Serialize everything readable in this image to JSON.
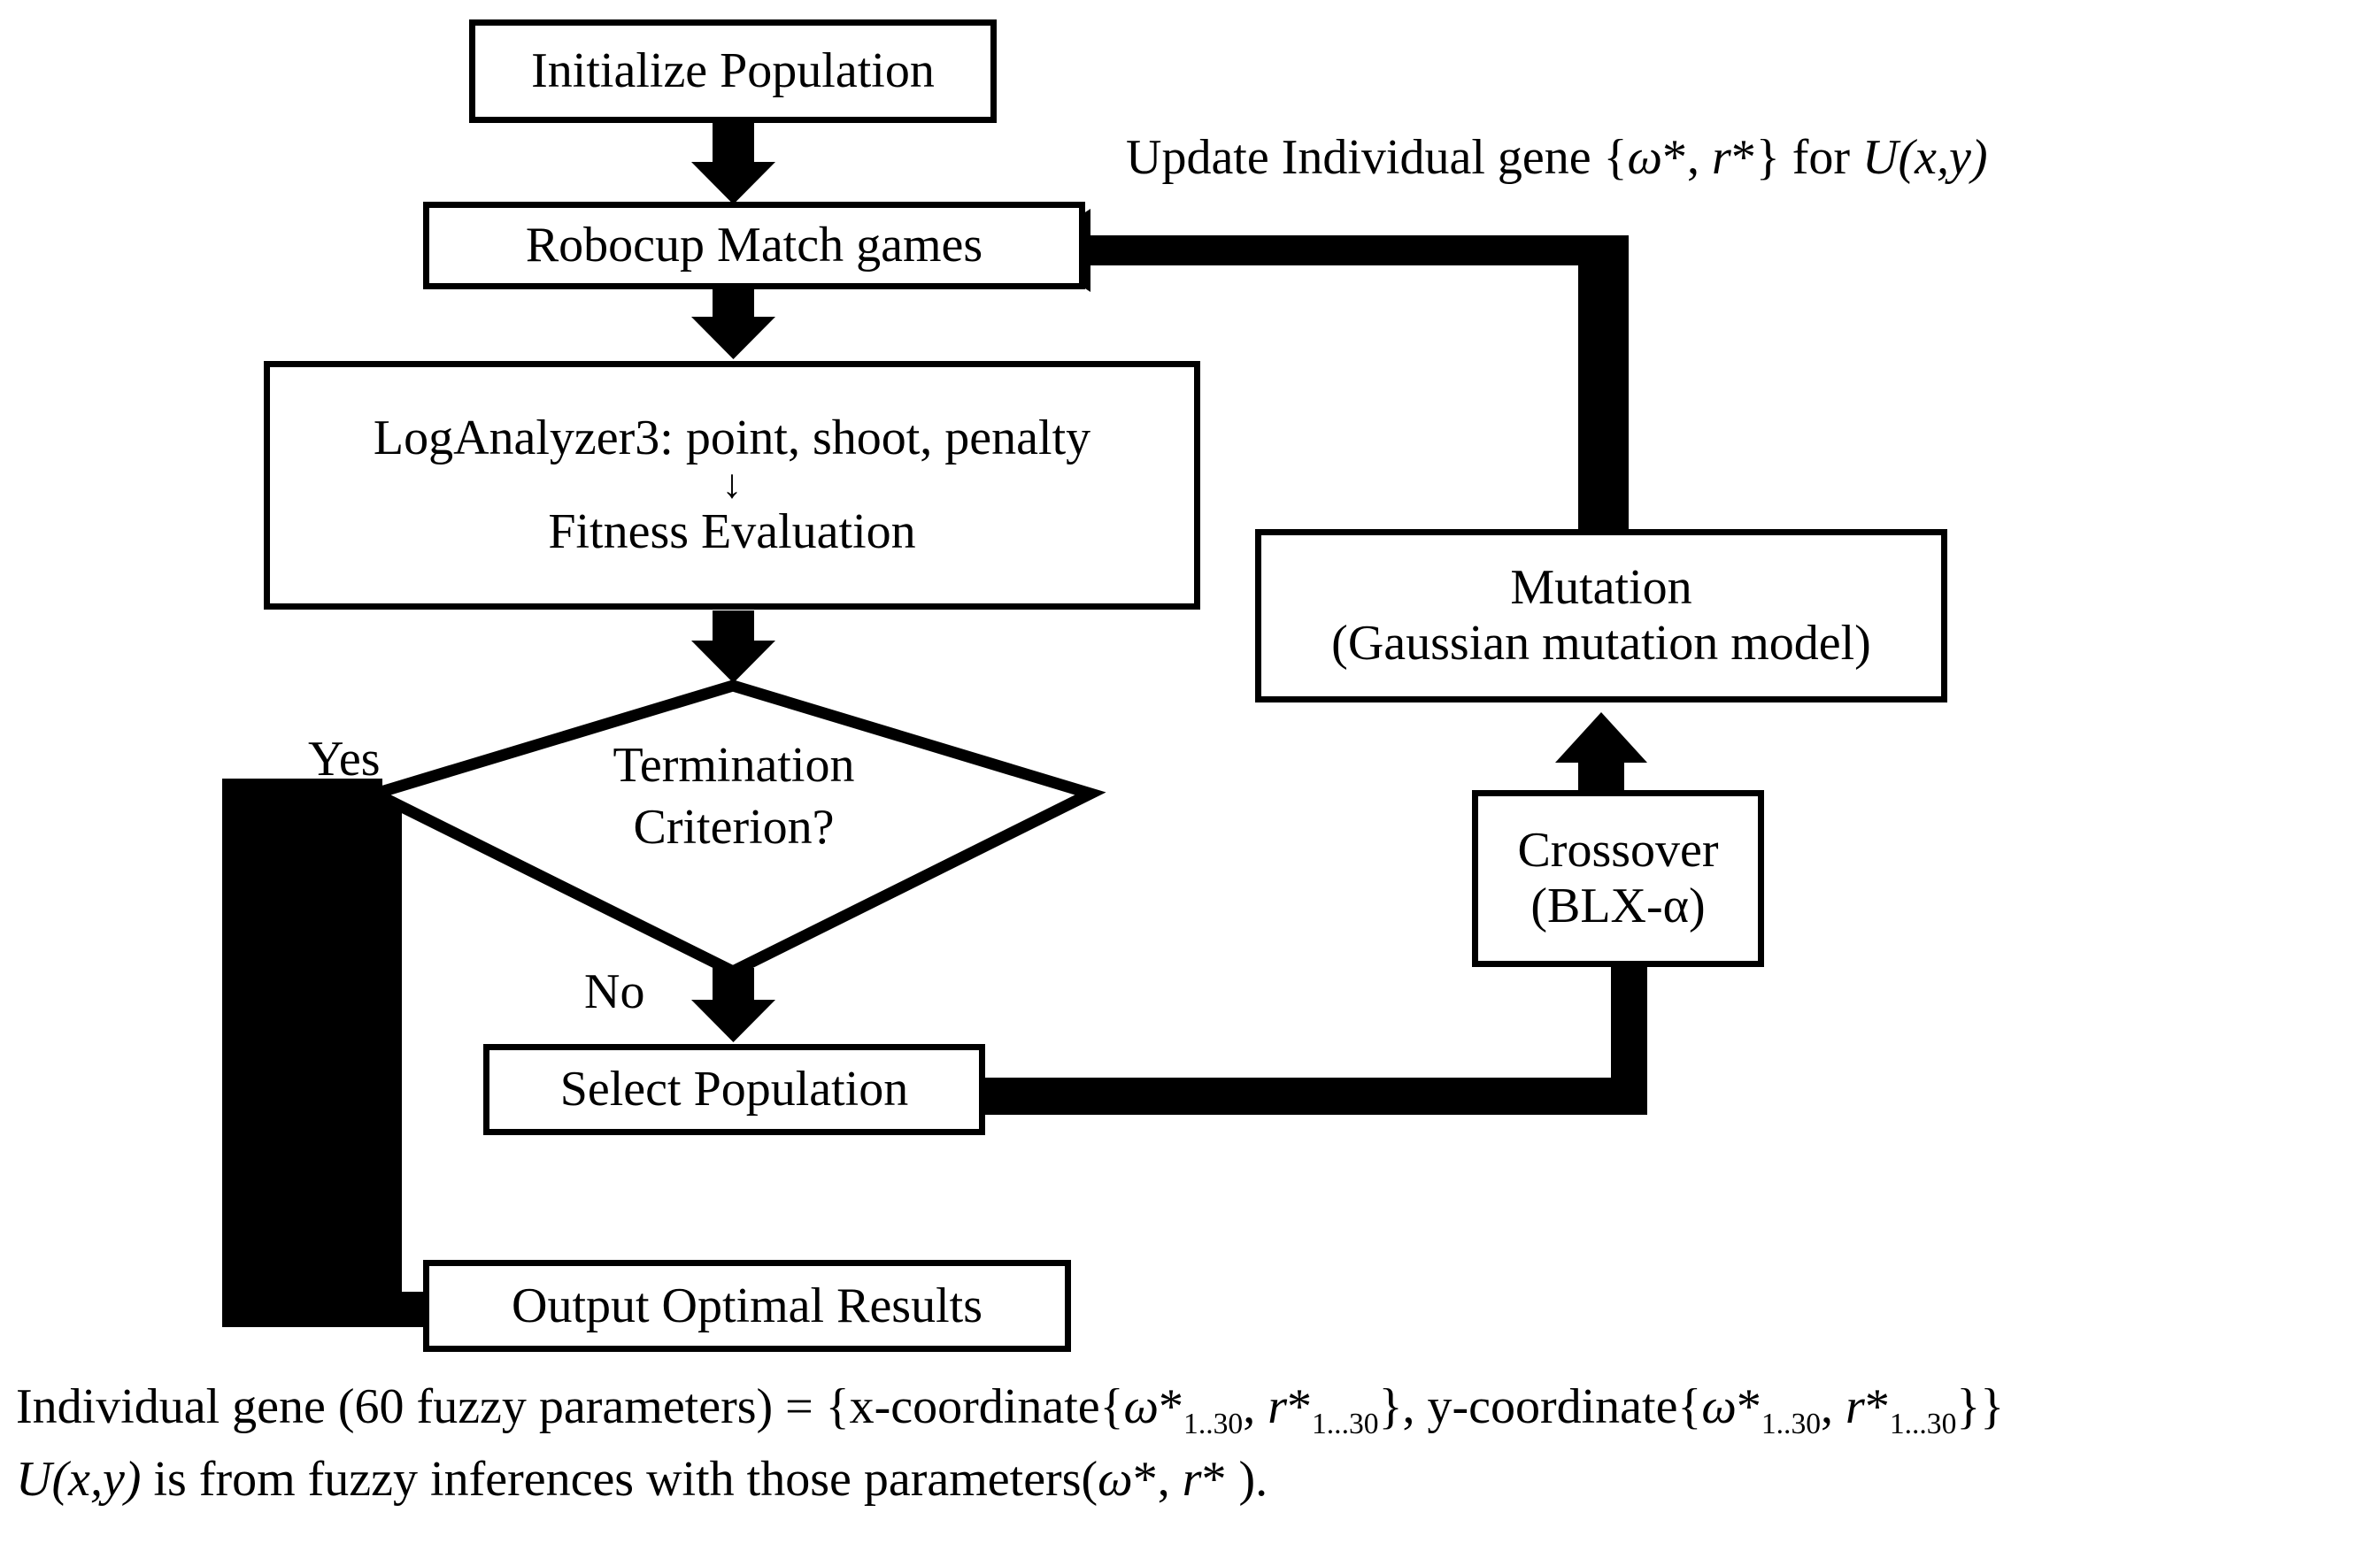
{
  "diagram": {
    "title_caption_present": true,
    "nodes": {
      "initialize_population": {
        "label": "Initialize Population"
      },
      "robocup_match_games": {
        "label": "Robocup Match games"
      },
      "loganalyzer": {
        "line1": "LogAnalyzer3: point, shoot, penalty",
        "inner_arrow": "↓",
        "line2": "Fitness Evaluation"
      },
      "termination_criterion": {
        "line1": "Termination",
        "line2": "Criterion?"
      },
      "select_population": {
        "label": "Select Population"
      },
      "output_optimal_results": {
        "label": "Output Optimal Results"
      },
      "crossover": {
        "line1": "Crossover",
        "line2": "(BLX-α)"
      },
      "mutation": {
        "line1": "Mutation",
        "line2": "(Gaussian mutation model)"
      }
    },
    "edge_labels": {
      "yes": "Yes",
      "no": "No"
    },
    "annotations": {
      "update_gene": {
        "prefix": "Update Individual gene {",
        "omega": "ω",
        "star1": "*",
        "mid": ", ",
        "r": "r",
        "star2": "*",
        "suffix": "} for ",
        "u_func": "U(x,y)"
      }
    },
    "caption": {
      "line1": {
        "a": "Individual gene (60 fuzzy parameters) = {x-coordinate{",
        "omega1": "ω",
        "star1": "*",
        "sub1": "1..30",
        "b": ", ",
        "r1": "r",
        "star2": "*",
        "sub2": "1...30",
        "c": "}, y-coordinate{",
        "omega2": "ω",
        "star3": "*",
        "sub3": "1..30",
        "d": ", ",
        "r2": "r",
        "star4": "*",
        "sub4": "1...30",
        "e": "}}"
      },
      "line2": {
        "u": "U(x,y)",
        "a": " is from fuzzy inferences with those parameters(",
        "omega": "ω",
        "star1": "*",
        "b": ", ",
        "r": "r",
        "star2": "*",
        "c": " )."
      }
    },
    "colors": {
      "stroke": "#000000",
      "fill": "#ffffff"
    }
  }
}
